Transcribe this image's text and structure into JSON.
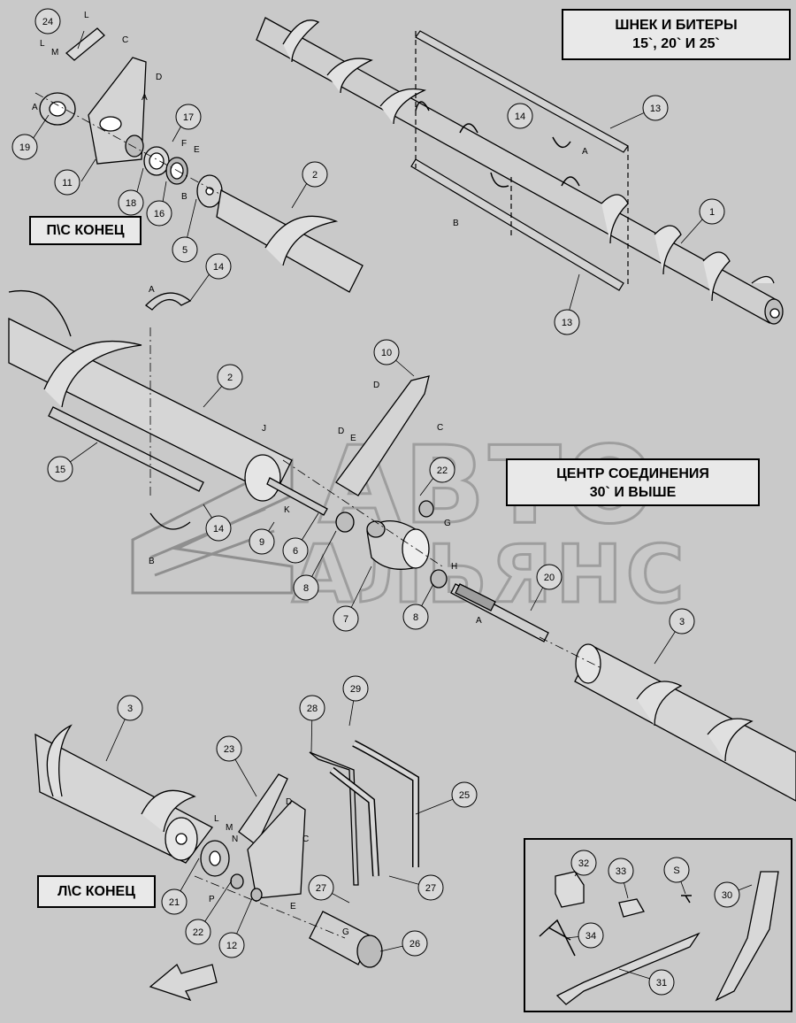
{
  "titles": {
    "main": [
      "ШНЕК И БИТЕРЫ",
      "15`, 20` И 25`"
    ],
    "center": [
      "ЦЕНТР СОЕДИНЕНИЯ",
      "30` И ВЫШЕ"
    ],
    "right_end": "П\\С КОНЕЦ",
    "left_end": "Л\\С КОНЕЦ"
  },
  "watermark": [
    "АВТО",
    "АЛЬЯНС"
  ],
  "callouts": [
    {
      "id": "c24",
      "label": "24"
    },
    {
      "id": "c19",
      "label": "19"
    },
    {
      "id": "c11",
      "label": "11"
    },
    {
      "id": "c17",
      "label": "17"
    },
    {
      "id": "c18",
      "label": "18"
    },
    {
      "id": "c16",
      "label": "16"
    },
    {
      "id": "c5",
      "label": "5"
    },
    {
      "id": "c2a",
      "label": "2"
    },
    {
      "id": "c14a",
      "label": "14"
    },
    {
      "id": "c13a",
      "label": "13"
    },
    {
      "id": "c1",
      "label": "1"
    },
    {
      "id": "c13b",
      "label": "13"
    },
    {
      "id": "c14b",
      "label": "14"
    },
    {
      "id": "c2b",
      "label": "2"
    },
    {
      "id": "c15",
      "label": "15"
    },
    {
      "id": "c10",
      "label": "10"
    },
    {
      "id": "c22a",
      "label": "22"
    },
    {
      "id": "c14c",
      "label": "14"
    },
    {
      "id": "c9",
      "label": "9"
    },
    {
      "id": "c6",
      "label": "6"
    },
    {
      "id": "c8a",
      "label": "8"
    },
    {
      "id": "c7",
      "label": "7"
    },
    {
      "id": "c8b",
      "label": "8"
    },
    {
      "id": "c20",
      "label": "20"
    },
    {
      "id": "c3a",
      "label": "3"
    },
    {
      "id": "c3b",
      "label": "3"
    },
    {
      "id": "c23",
      "label": "23"
    },
    {
      "id": "c28",
      "label": "28"
    },
    {
      "id": "c29",
      "label": "29"
    },
    {
      "id": "c25",
      "label": "25"
    },
    {
      "id": "c27a",
      "label": "27"
    },
    {
      "id": "c27b",
      "label": "27"
    },
    {
      "id": "c26",
      "label": "26"
    },
    {
      "id": "c21",
      "label": "21"
    },
    {
      "id": "c22b",
      "label": "22"
    },
    {
      "id": "c12",
      "label": "12"
    },
    {
      "id": "c32",
      "label": "32"
    },
    {
      "id": "c33",
      "label": "33"
    },
    {
      "id": "cS",
      "label": "S"
    },
    {
      "id": "c30",
      "label": "30"
    },
    {
      "id": "c34",
      "label": "34"
    },
    {
      "id": "c31",
      "label": "31"
    }
  ],
  "letters": [
    {
      "id": "l1",
      "label": "L"
    },
    {
      "id": "l2",
      "label": "L"
    },
    {
      "id": "l3",
      "label": "M"
    },
    {
      "id": "l4",
      "label": "C"
    },
    {
      "id": "l5",
      "label": "D"
    },
    {
      "id": "l6",
      "label": "A"
    },
    {
      "id": "l7",
      "label": "A"
    },
    {
      "id": "l8",
      "label": "F"
    },
    {
      "id": "l9",
      "label": "E"
    },
    {
      "id": "l10",
      "label": "B"
    },
    {
      "id": "l11",
      "label": "A"
    },
    {
      "id": "l12",
      "label": "B"
    },
    {
      "id": "l13",
      "label": "A"
    },
    {
      "id": "l14",
      "label": "D"
    },
    {
      "id": "l15",
      "label": "C"
    },
    {
      "id": "l16",
      "label": "D"
    },
    {
      "id": "l17",
      "label": "E"
    },
    {
      "id": "l18",
      "label": "J"
    },
    {
      "id": "l19",
      "label": "K"
    },
    {
      "id": "l20",
      "label": "G"
    },
    {
      "id": "l21",
      "label": "H"
    },
    {
      "id": "l22",
      "label": "A"
    },
    {
      "id": "l23",
      "label": "B"
    },
    {
      "id": "l24",
      "label": "D"
    },
    {
      "id": "l25",
      "label": "L"
    },
    {
      "id": "l26",
      "label": "M"
    },
    {
      "id": "l27",
      "label": "N"
    },
    {
      "id": "l28",
      "label": "C"
    },
    {
      "id": "l29",
      "label": "P"
    },
    {
      "id": "l30",
      "label": "E"
    },
    {
      "id": "l31",
      "label": "G"
    }
  ]
}
